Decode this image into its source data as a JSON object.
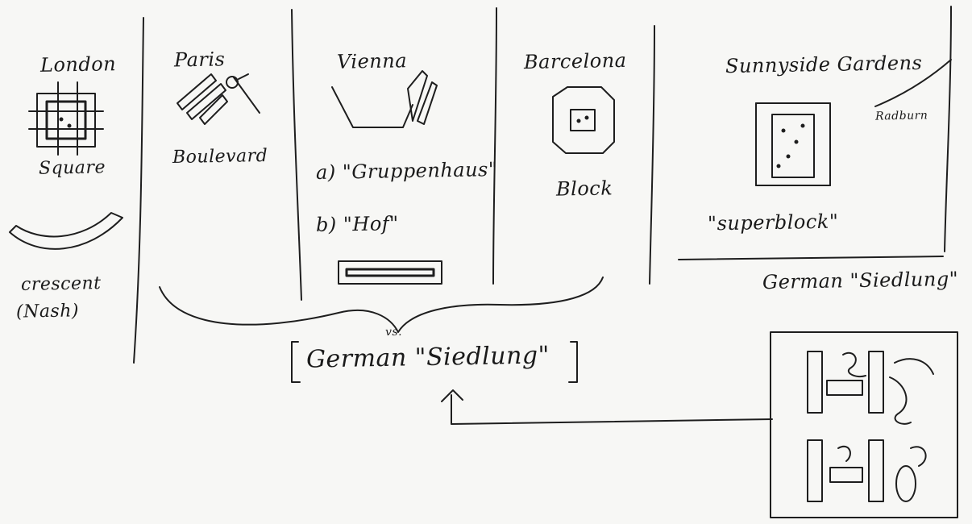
{
  "columns": {
    "london": {
      "city": "London",
      "type1": "Square",
      "type2": "crescent",
      "type2_note": "(Nash)"
    },
    "paris": {
      "city": "Paris",
      "type": "Boulevard"
    },
    "vienna": {
      "city": "Vienna",
      "type_a": "a) \"Gruppenhaus\"",
      "type_b": "b) \"Hof\""
    },
    "barcelona": {
      "city": "Barcelona",
      "type": "Block"
    },
    "sunnyside": {
      "city": "Sunnyside Gardens",
      "note": "Radburn",
      "type": "\"superblock\"",
      "caption": "German \"Siedlung\""
    }
  },
  "bottom": {
    "vs": "vs.",
    "label": "German \"Siedlung\""
  }
}
